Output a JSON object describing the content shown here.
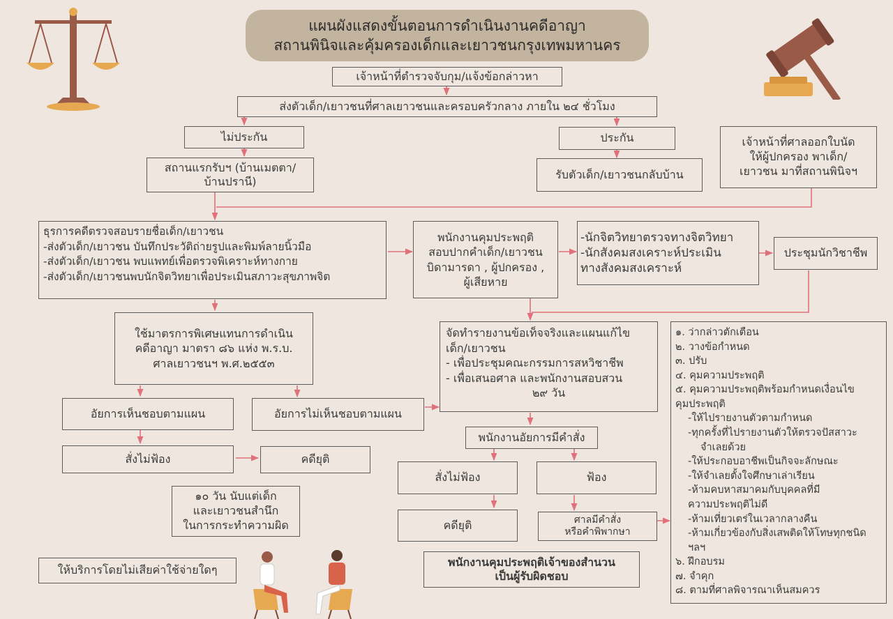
{
  "title": {
    "line1": "แผนผังแสดงขั้นตอนการดำเนินงานคดีอาญา",
    "line2": "สถานพินิจและคุ้มครองเด็กและเยาวชนกรุงเทพมหานคร"
  },
  "steps": {
    "arrest": "เจ้าหน้าที่ตำรวจจับกุม/แจ้งข้อกล่าวหา",
    "send_court": "ส่งตัวเด็ก/เยาวชนที่ศาลเยาวชนและครอบครัวกลาง ภายใน ๒๔ ชั่วโมง",
    "no_bail": "ไม่ประกัน",
    "bail": "ประกัน",
    "shelter_l1": "สถานแรกรับฯ (บ้านเมตตา/",
    "shelter_l2": "บ้านปรานี)",
    "home": "รับตัวเด็ก/เยาวชนกลับบ้าน",
    "summons_l1": "เจ้าหน้าที่ศาลออกใบนัด",
    "summons_l2": "ให้ผู้ปกครอง พาเด็ก/",
    "summons_l3": "เยาวชน มาที่สถานพินิจฯ",
    "registry_l1": "ธุรการคดีตรวจสอบรายชื่อเด็ก/เยาวชน",
    "registry_l2": "-ส่งตัวเด็ก/เยาวชน บันทึกประวัติถ่ายรูปและพิมพ์ลายนิ้วมือ",
    "registry_l3": "-ส่งตัวเด็ก/เยาวชน พบแพทย์เพื่อตรวจพิเคราะห์ทางกาย",
    "registry_l4": "-ส่งตัวเด็ก/เยาวชนพบนักจิตวิทยาเพื่อประเมินสภาวะสุขภาพจิต",
    "probation_l1": "พนักงานคุมประพฤติ",
    "probation_l2": "สอบปากคำเด็ก/เยาวชน",
    "probation_l3": "บิดามารดา , ผู้ปกครอง ,",
    "probation_l4": "ผู้เสียหาย",
    "psych_l1": "-นักจิตวิทยาตรวจทางจิตวิทยา",
    "psych_l2": "-นักสังคมสงเคราะห์ประเมิน",
    "psych_l3": "ทางสังคมสงเคราะห์",
    "meeting": "ประชุมนักวิชาชีพ",
    "special_l1": "ใช้มาตรการพิเศษแทนการดำเนิน",
    "special_l2": "คดีอาญา มาตรา ๘๖ แห่ง พ.ร.บ.",
    "special_l3": "ศาลเยาวชนฯ พ.ศ.๒๕๕๓",
    "report_l1": "จัดทำรายงานข้อเท็จจริงและแผนแก้ไข",
    "report_l2": "เด็ก/เยาวชน",
    "report_l3": "- เพื่อประชุมคณะกรรมการสหวิชาชีพ",
    "report_l4": "- เพื่อเสนอศาล และพนักงานสอบสวน",
    "report_l5": "๒๙ วัน",
    "prosecutor_agree": "อัยการเห็นชอบตามแผน",
    "prosecutor_disagree": "อัยการไม่เห็นชอบตามแผน",
    "no_prosecute_left": "สั่งไม่ฟ้อง",
    "case_end_left": "คดียุติ",
    "ten_days_l1": "๑๐ วัน นับแต่เด็ก",
    "ten_days_l2": "และเยาวชนสำนึก",
    "ten_days_l3": "ในการกระทำความผิด",
    "prosecutor_order": "พนักงานอัยการมีคำสั่ง",
    "no_prosecute_right": "สั่งไม่ฟ้อง",
    "prosecute": "ฟ้อง",
    "case_end_right": "คดียุติ",
    "court_order_l1": "ศาลมีคำสั่ง",
    "court_order_l2": "หรือคำพิพากษา",
    "officer_l1": "พนักงานคุมประพฤติเจ้าของสำนวน",
    "officer_l2": "เป็นผู้รับผิดชอบ",
    "free_service": "ให้บริการโดยไม่เสียค่าใช้จ่ายใดๆ"
  },
  "sentences": [
    "๑. ว่ากล่าวตักเตือน",
    "๒. วางข้อกำหนด",
    "๓. ปรับ",
    "๔. คุมความประพฤติ",
    "๕. คุมความประพฤติพร้อมกำหนดเงื่อนไข",
    "คุมประพฤติ",
    "-ให้ไปรายงานตัวตามกำหนด",
    "-ทุกครั้งที่ไปรายงานตัวให้ตรวจปัสสาวะ",
    "จำเลยด้วย",
    "-ให้ประกอบอาชีพเป็นกิจจะลักษณะ",
    "-ให้จำเลยตั้งใจศึกษาเล่าเรียน",
    "-ห้ามคบหาสมาคมกับบุคคลที่มี",
    "ความประพฤติไม่ดี",
    "-ห้ามเที่ยวเตร่ในเวลากลางคืน",
    "-ห้ามเกี่ยวข้องกับสิ่งเสพติดให้โทษทุกชนิด",
    "ฯลฯ",
    "๖. ฝึกอบรม",
    "๗. จำคุก",
    "๘. ตามที่ศาลพิจารณาเห็นสมควร"
  ],
  "icons": [
    "scales-icon",
    "gavel-icon",
    "people-talking-icon"
  ],
  "colors": {
    "background": "#efe7df",
    "title_bg": "#c2b49e",
    "arrow": "#e0707a",
    "border": "#5b5b5b",
    "wood": "#9a5a48",
    "gold": "#e6a850"
  }
}
